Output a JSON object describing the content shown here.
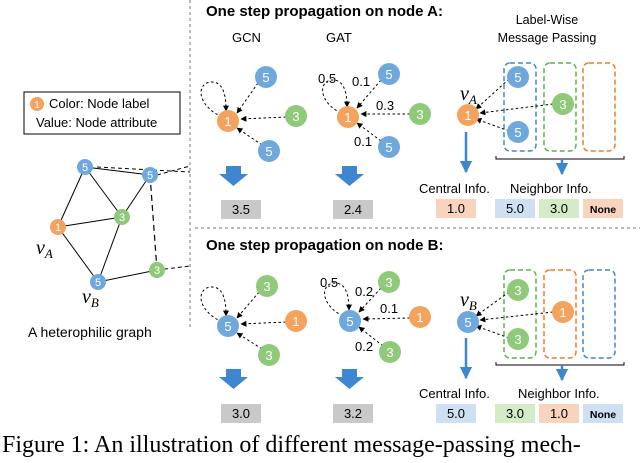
{
  "legend": {
    "line1": "Color: Node label",
    "line2": "Value: Node attribute",
    "sample_value": "1"
  },
  "graph": {
    "caption": "A heterophilic graph",
    "va_label": "v",
    "va_sub": "A",
    "vb_label": "v",
    "vb_sub": "B",
    "nodes": [
      "5",
      "5",
      "3",
      "1",
      "5",
      "3"
    ]
  },
  "row_a": {
    "title": "One step propagation on node A:",
    "gcn_label": "GCN",
    "gat_label": "GAT",
    "lw_label_1": "Label-Wise",
    "lw_label_2": "Message Passing",
    "gcn_nodes": {
      "center": "1",
      "n1": "5",
      "n2": "3",
      "n3": "5"
    },
    "gat_nodes": {
      "center": "1",
      "n1": "5",
      "n2": "3",
      "n3": "5"
    },
    "gat_weights": {
      "self": "0.5",
      "w1": "0.1",
      "w2": "0.3",
      "w3": "0.1"
    },
    "gcn_result": "3.5",
    "gat_result": "2.4",
    "lw_nodes": {
      "center": "1",
      "n1": "5",
      "n2": "3",
      "n3": "5"
    },
    "node_v": "v",
    "node_sub": "A",
    "central_label": "Central Info.",
    "neighbor_label": "Neighbor Info.",
    "central_value": "1.0",
    "neighbor_values": [
      "5.0",
      "3.0",
      "None"
    ]
  },
  "row_b": {
    "title": "One step propagation on node B:",
    "gcn_nodes": {
      "center": "5",
      "n1": "3",
      "n2": "1",
      "n3": "3"
    },
    "gat_nodes": {
      "center": "5",
      "n1": "3",
      "n2": "1",
      "n3": "3"
    },
    "gat_weights": {
      "self": "0.5",
      "w1": "0.2",
      "w2": "0.1",
      "w3": "0.2"
    },
    "gcn_result": "3.0",
    "gat_result": "3.2",
    "lw_nodes": {
      "center": "5",
      "n1": "3",
      "n2": "1",
      "n3": "3"
    },
    "node_v": "v",
    "node_sub": "B",
    "central_label": "Central Info.",
    "neighbor_label": "Neighbor Info.",
    "central_value": "5.0",
    "neighbor_values": [
      "3.0",
      "1.0",
      "None"
    ]
  },
  "caption": "Figure 1: An illustration of different message-passing mech-",
  "colors": {
    "blue_node": "#6fa8dc",
    "green_node": "#8fc97a",
    "orange_node": "#f4a35e",
    "arrow_blue": "#3f86d0",
    "box_blue": "#3f86d0",
    "box_green": "#5fb04a",
    "box_orange": "#f07a2a",
    "cell_gray": "#c9c9c9",
    "cell_orange": "#f8d4bf",
    "cell_blue": "#cfe0f3",
    "cell_green": "#d5ebc8"
  }
}
